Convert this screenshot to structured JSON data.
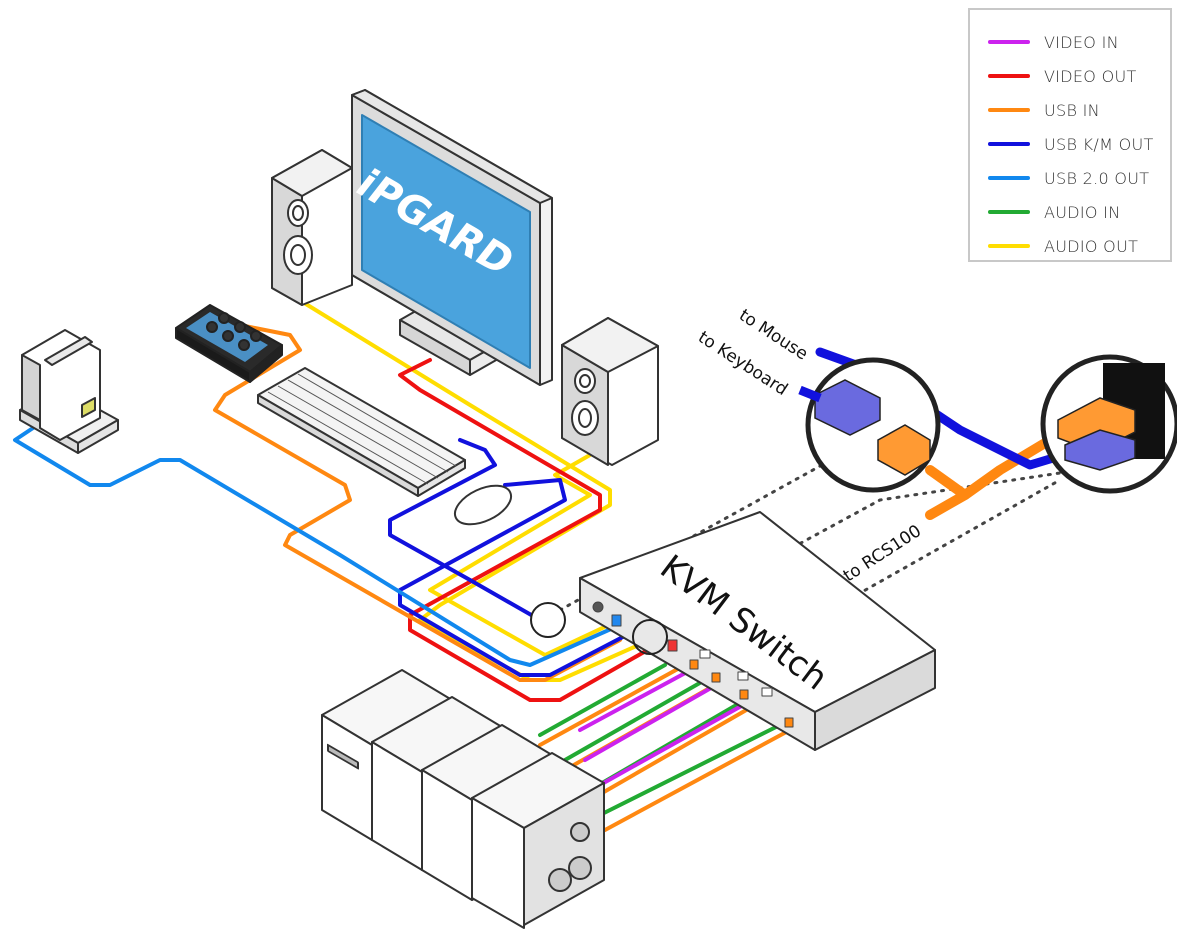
{
  "legend": {
    "items": [
      {
        "label": "VIDEO IN",
        "color": "#cc22ee"
      },
      {
        "label": "VIDEO OUT",
        "color": "#ee1111"
      },
      {
        "label": "USB IN",
        "color": "#ff8811"
      },
      {
        "label": "USB K/M OUT",
        "color": "#1111dd"
      },
      {
        "label": "USB 2.0 OUT",
        "color": "#1188ee"
      },
      {
        "label": "AUDIO IN",
        "color": "#22aa33"
      },
      {
        "label": "AUDIO OUT",
        "color": "#ffdd00"
      }
    ]
  },
  "labels": {
    "monitor_brand": "iPGARD",
    "device_title": "KVM Switch",
    "to_mouse": "to Mouse",
    "to_keyboard": "to Keyboard",
    "to_rcs": "to RCS100"
  }
}
